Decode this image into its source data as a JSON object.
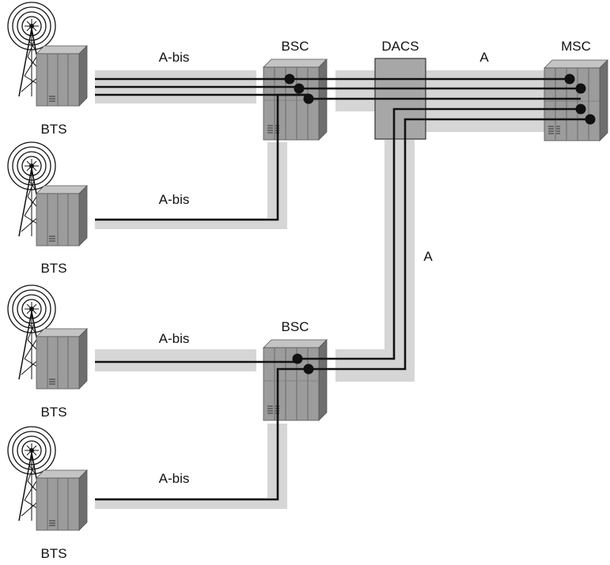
{
  "labels": {
    "bts": "BTS",
    "bsc": "BSC",
    "dacs": "DACS",
    "msc": "MSC",
    "abis": "A-bis",
    "a": "A"
  },
  "colors": {
    "band": "#d6d6d6",
    "line": "#111111",
    "cabinet_front": "#9c9c9c",
    "cabinet_side": "#6e6e6e",
    "cabinet_top": "#c4c4c4",
    "dacs_box": "#a7a7a7"
  },
  "icons": {
    "bts": "radio-tower-with-cabinet-icon",
    "bsc": "rack-cabinet-icon",
    "msc": "rack-cabinet-icon",
    "dacs": "cross-connect-box-icon"
  }
}
